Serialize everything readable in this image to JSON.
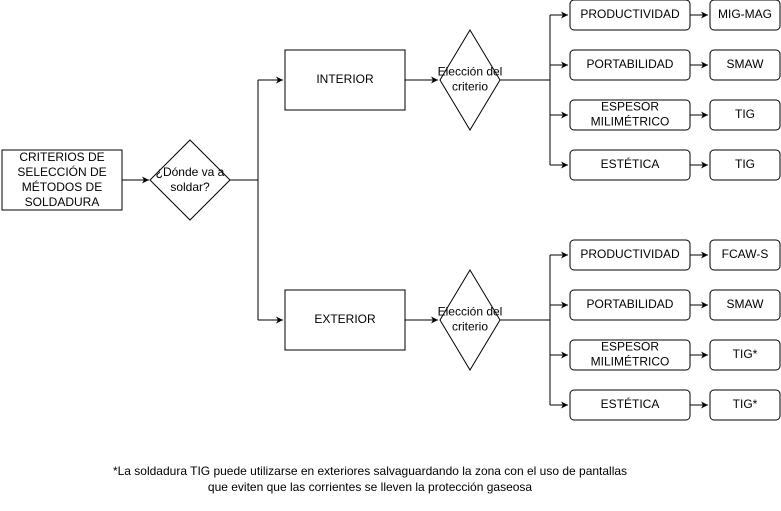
{
  "root": [
    "CRITERIOS DE",
    "SELECCIÓN DE",
    "MÉTODOS DE",
    "SOLDADURA"
  ],
  "question": [
    "¿Dónde va a",
    "soldar?"
  ],
  "branches": [
    {
      "location": "INTERIOR",
      "decision": [
        "Elección del",
        "criterio"
      ],
      "criteria": [
        [
          "PRODUCTIVIDAD"
        ],
        [
          "PORTABILIDAD"
        ],
        [
          "ESPESOR",
          "MILIMÉTRICO"
        ],
        [
          "ESTÉTICA"
        ]
      ],
      "methods": [
        "MIG-MAG",
        "SMAW",
        "TIG",
        "TIG"
      ]
    },
    {
      "location": "EXTERIOR",
      "decision": [
        "Elección del",
        "criterio"
      ],
      "criteria": [
        [
          "PRODUCTIVIDAD"
        ],
        [
          "PORTABILIDAD"
        ],
        [
          "ESPESOR",
          "MILIMÉTRICO"
        ],
        [
          "ESTÉTICA"
        ]
      ],
      "methods": [
        "FCAW-S",
        "SMAW",
        "TIG*",
        "TIG*"
      ]
    }
  ],
  "footnote": [
    "*La soldadura TIG puede utilizarse en exteriores salvaguardando la zona con el uso de pantallas",
    "que eviten que las corrientes se lleven la protección gaseosa"
  ]
}
